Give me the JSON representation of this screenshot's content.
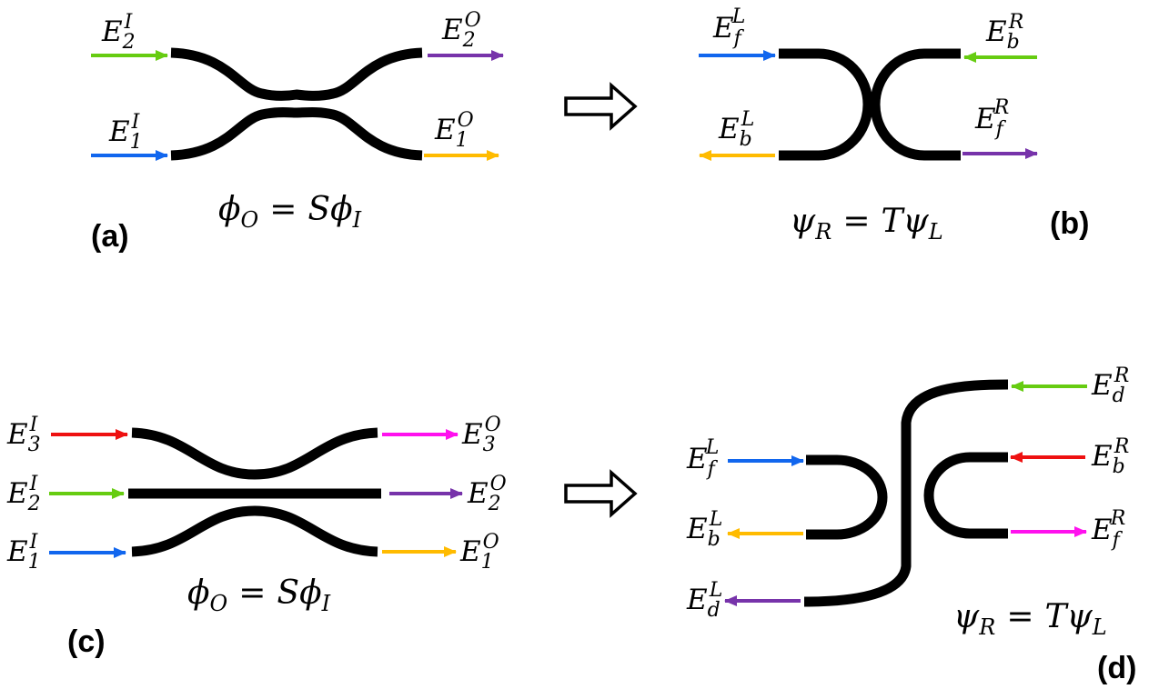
{
  "colors": {
    "waveguide": "#000000",
    "green": "#66cc11",
    "blue": "#1166ee",
    "purple": "#7733aa",
    "orange": "#ffbb00",
    "red": "#ee1111",
    "magenta": "#ff11ee"
  },
  "panels": {
    "a": {
      "label": "(a)",
      "equation": {
        "lhs": "ϕ",
        "lhs_sub": "O",
        "eq": "=",
        "mid": "Sϕ",
        "rhs_sub": "I"
      },
      "ports": [
        {
          "base": "E",
          "sub": "2",
          "sup": "I"
        },
        {
          "base": "E",
          "sub": "1",
          "sup": "I"
        },
        {
          "base": "E",
          "sub": "2",
          "sup": "O"
        },
        {
          "base": "E",
          "sub": "1",
          "sup": "O"
        }
      ]
    },
    "b": {
      "label": "(b)",
      "equation": {
        "lhs": "ψ",
        "lhs_sub": "R",
        "eq": "=",
        "mid": "Tψ",
        "rhs_sub": "L"
      },
      "ports": [
        {
          "base": "E",
          "sub": "f",
          "sup": "L"
        },
        {
          "base": "E",
          "sub": "b",
          "sup": "L"
        },
        {
          "base": "E",
          "sub": "b",
          "sup": "R"
        },
        {
          "base": "E",
          "sub": "f",
          "sup": "R"
        }
      ]
    },
    "c": {
      "label": "(c)",
      "equation": {
        "lhs": "ϕ",
        "lhs_sub": "O",
        "eq": "=",
        "mid": "Sϕ",
        "rhs_sub": "I"
      },
      "ports": [
        {
          "base": "E",
          "sub": "3",
          "sup": "I"
        },
        {
          "base": "E",
          "sub": "2",
          "sup": "I"
        },
        {
          "base": "E",
          "sub": "1",
          "sup": "I"
        },
        {
          "base": "E",
          "sub": "3",
          "sup": "O"
        },
        {
          "base": "E",
          "sub": "2",
          "sup": "O"
        },
        {
          "base": "E",
          "sub": "1",
          "sup": "O"
        }
      ]
    },
    "d": {
      "label": "(d)",
      "equation": {
        "lhs": "ψ",
        "lhs_sub": "R",
        "eq": "=",
        "mid": "Tψ",
        "rhs_sub": "L"
      },
      "ports": [
        {
          "base": "E",
          "sub": "f",
          "sup": "L"
        },
        {
          "base": "E",
          "sub": "b",
          "sup": "L"
        },
        {
          "base": "E",
          "sub": "d",
          "sup": "L"
        },
        {
          "base": "E",
          "sub": "d",
          "sup": "R"
        },
        {
          "base": "E",
          "sub": "b",
          "sup": "R"
        },
        {
          "base": "E",
          "sub": "f",
          "sup": "R"
        }
      ]
    }
  }
}
